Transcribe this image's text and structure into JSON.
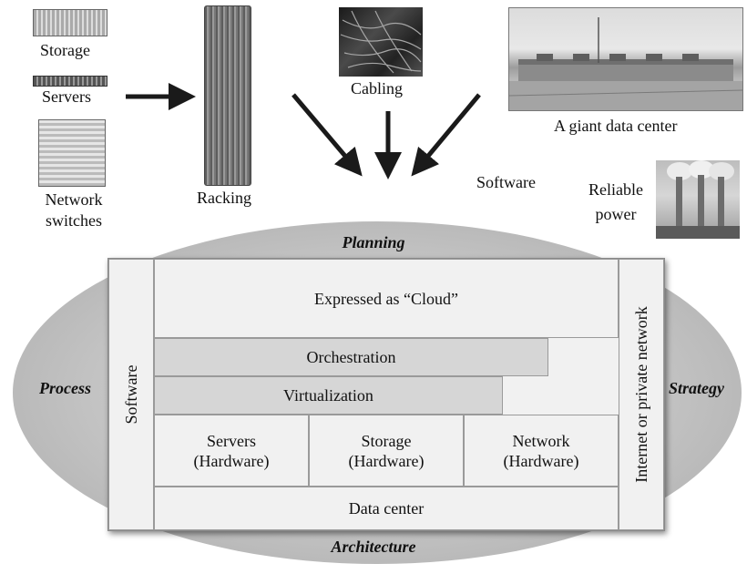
{
  "top": {
    "storage": "Storage",
    "servers": "Servers",
    "network_line1": "Network",
    "network_line2": "switches",
    "racking": "Racking",
    "cabling": "Cabling",
    "data_center": "A giant data center",
    "software": "Software",
    "power_line1": "Reliable",
    "power_line2": "power"
  },
  "outer": {
    "planning": "Planning",
    "process": "Process",
    "strategy": "Strategy",
    "architecture": "Architecture"
  },
  "stack": {
    "software": "Software",
    "cloud": "Expressed as “Cloud”",
    "orchestration": "Orchestration",
    "virtualization": "Virtualization",
    "servers_line1": "Servers",
    "storage_line1": "Storage",
    "network_line1": "Network",
    "hardware": "(Hardware)",
    "datacenter": "Data center",
    "internet": "Internet or private network"
  }
}
